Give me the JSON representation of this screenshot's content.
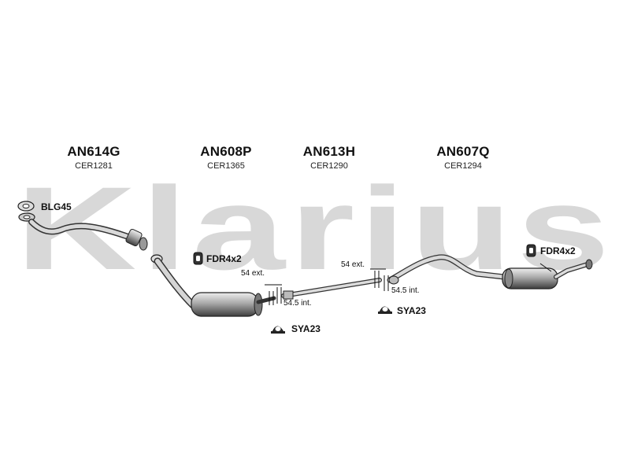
{
  "watermark": "Klarius",
  "parts": [
    {
      "code": "AN614G",
      "ref": "CER1281"
    },
    {
      "code": "AN608P",
      "ref": "CER1365"
    },
    {
      "code": "AN613H",
      "ref": "CER1290"
    },
    {
      "code": "AN607Q",
      "ref": "CER1294"
    }
  ],
  "fittings": {
    "blg45": "BLG45",
    "fdr_left": "FDR4x2",
    "fdr_right": "FDR4x2",
    "sya_left": "SYA23",
    "sya_right": "SYA23"
  },
  "joints": {
    "left_ext": "54 ext.",
    "left_int": "54.5 int.",
    "right_ext": "54 ext.",
    "right_int": "54.5 int."
  }
}
